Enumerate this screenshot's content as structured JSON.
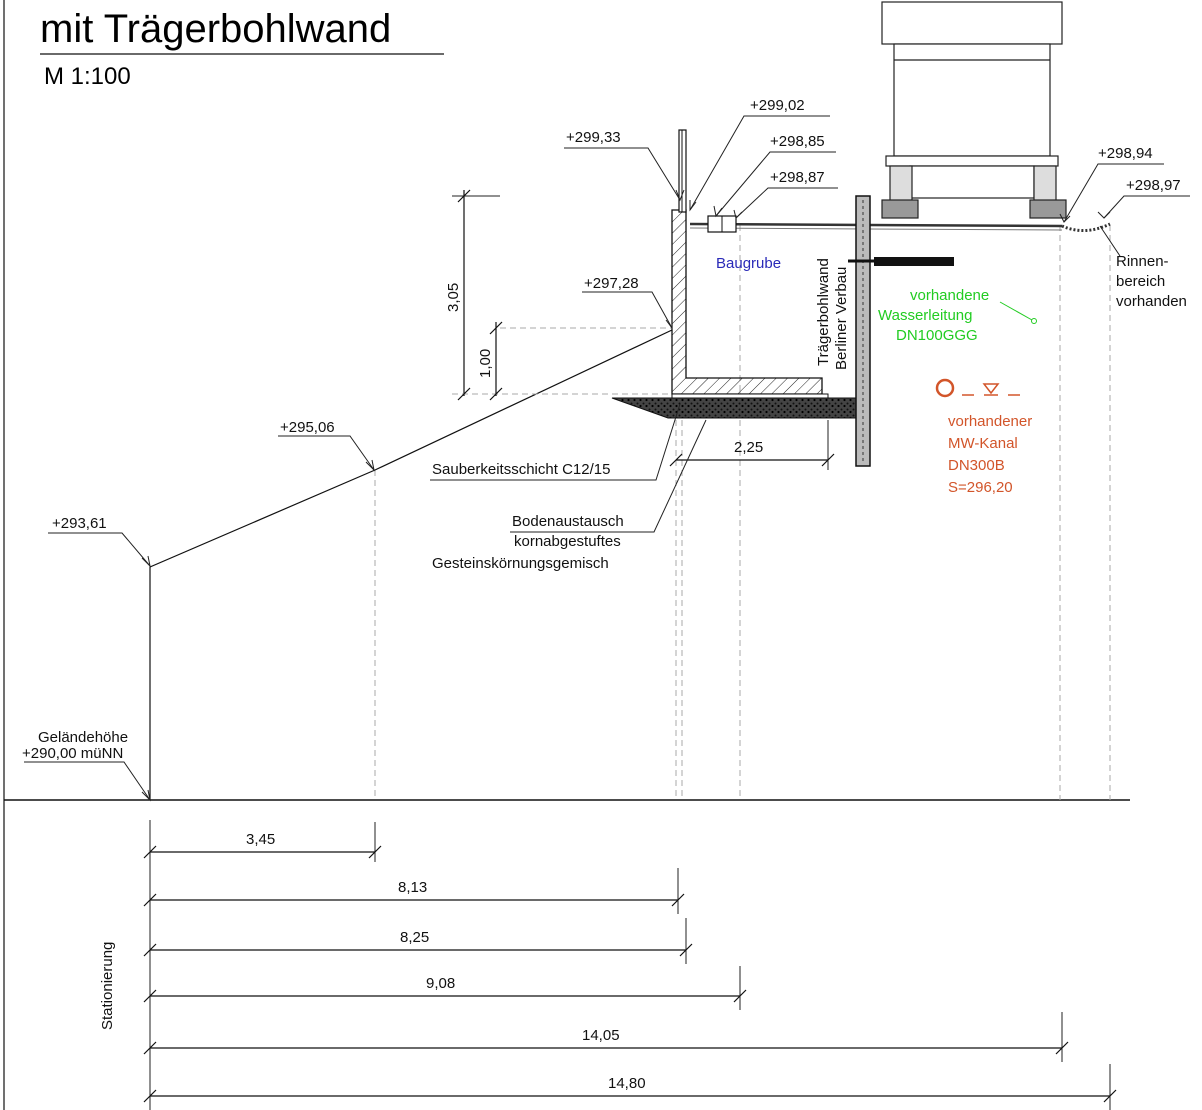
{
  "title": "mit Trägerbohlwand",
  "scale": "M 1:100",
  "elevations": {
    "e299_33": "+299,33",
    "e299_02": "+299,02",
    "e298_85": "+298,85",
    "e298_87": "+298,87",
    "e298_94": "+298,94",
    "e298_97": "+298,97",
    "e297_28": "+297,28",
    "e295_06": "+295,06",
    "e293_61": "+293,61"
  },
  "ground": {
    "label": "Geländehöhe",
    "value": "+290,00 müNN"
  },
  "vertical_dims": {
    "d305": "3,05",
    "d100": "1,00"
  },
  "dim_225": "2,25",
  "labels": {
    "baugrube": "Baugrube",
    "wall_line1": "Trägerbohlwand",
    "wall_line2": "Berliner Verbau",
    "water_line1": "vorhandene",
    "water_line2": "Wasserleitung",
    "water_line3": "DN100GGG",
    "sewer_line1": "vorhandener",
    "sewer_line2": "MW-Kanal",
    "sewer_line3": "DN300B",
    "sewer_line4": "S=296,20",
    "rinne_line1": "Rinnen-",
    "rinne_line2": "bereich",
    "rinne_line3": "vorhanden",
    "sauber": "Sauberkeitsschicht C12/15",
    "boden_line1": "Bodenaustausch",
    "boden_line2": "kornabgestuftes",
    "boden_line3": "Gesteinskörnungsgemisch",
    "station": "Stationierung"
  },
  "stations": [
    "3,45",
    "8,13",
    "8,25",
    "9,08",
    "14,05",
    "14,80"
  ],
  "colors": {
    "blue": "#2a2ab8",
    "green": "#22cc22",
    "orange": "#d2552a"
  }
}
